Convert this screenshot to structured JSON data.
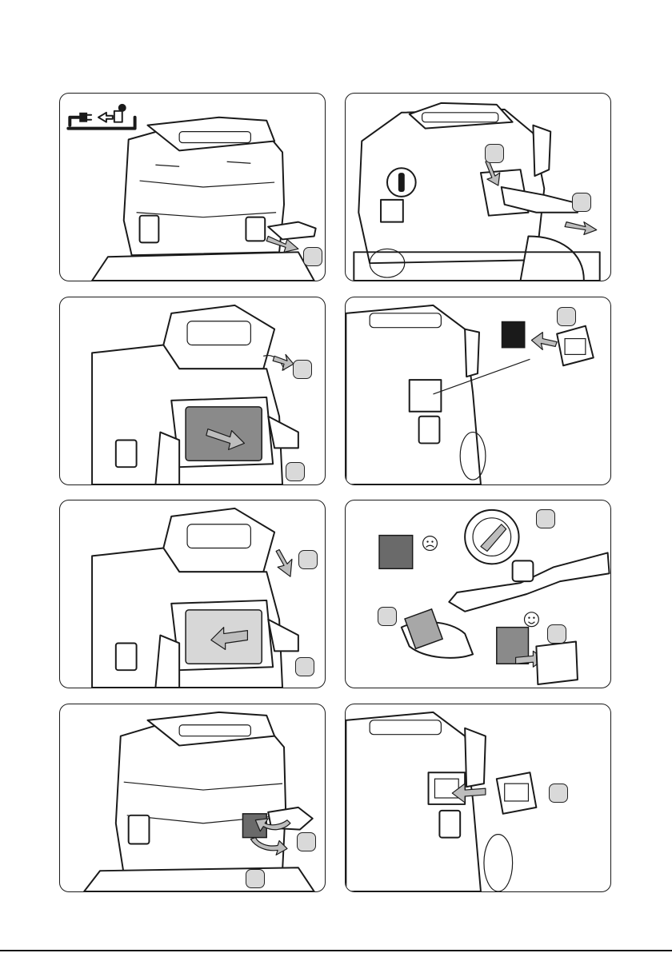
{
  "document": {
    "panels": [
      {
        "id": "p1",
        "description_icon": "unplug-icon"
      },
      {
        "id": "p2"
      },
      {
        "id": "p3"
      },
      {
        "id": "p4"
      },
      {
        "id": "p5"
      },
      {
        "id": "p6",
        "status_icons": [
          "sad-face-icon",
          "happy-face-icon"
        ]
      },
      {
        "id": "p7"
      },
      {
        "id": "p8"
      }
    ]
  }
}
